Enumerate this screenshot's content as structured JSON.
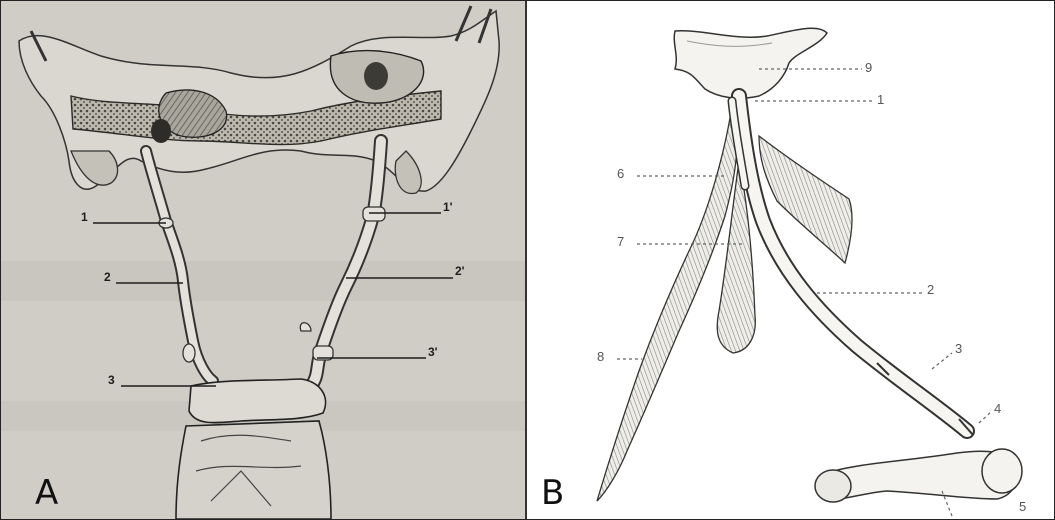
{
  "panel_a": {
    "letter": "A",
    "labels": [
      "1",
      "2",
      "3",
      "1'",
      "2'",
      "3'"
    ]
  },
  "panel_b": {
    "letter": "B",
    "labels": [
      "9",
      "1",
      "6",
      "7",
      "2",
      "3",
      "8",
      "4",
      "5"
    ]
  },
  "colors": {
    "panel_a_background": "#cfcdc5",
    "panel_b_background": "#ffffff",
    "leader_line_a": "#1d1d1d",
    "leader_line_b": "#666666"
  }
}
